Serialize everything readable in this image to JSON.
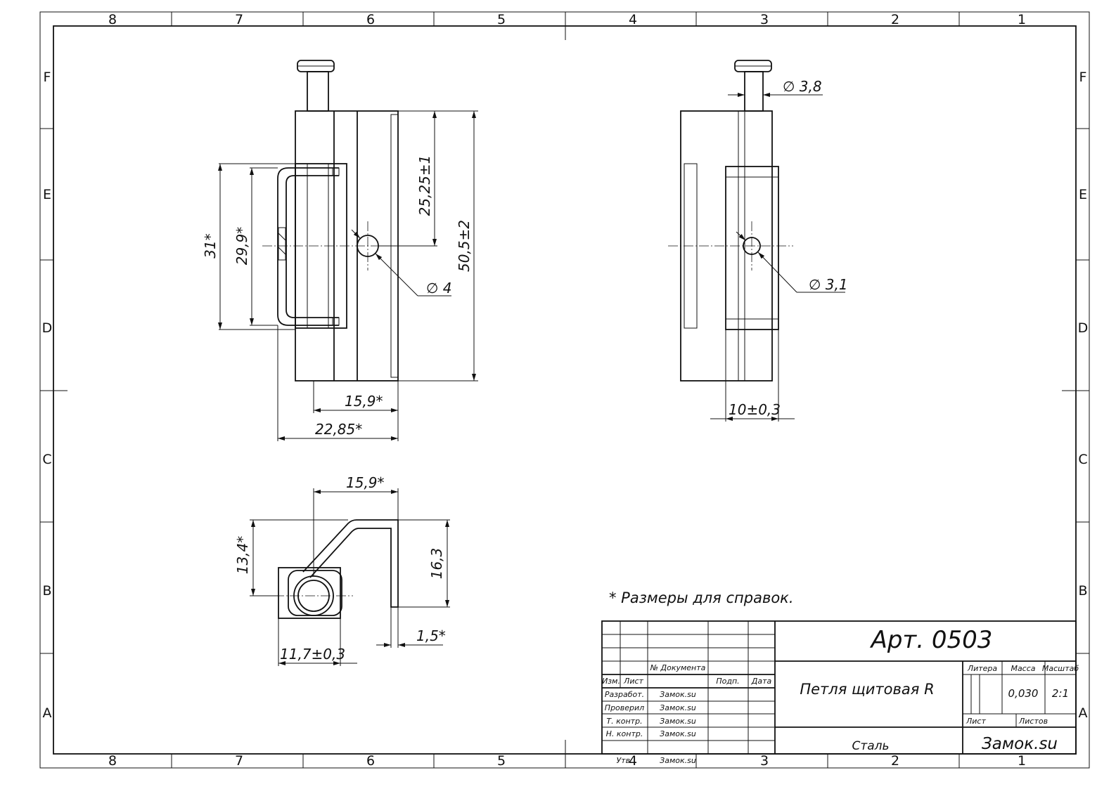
{
  "frame": {
    "columns": [
      "8",
      "7",
      "6",
      "5",
      "4",
      "3",
      "2",
      "1"
    ],
    "rows": [
      "F",
      "E",
      "D",
      "C",
      "B",
      "A"
    ]
  },
  "dimensions": {
    "front_31": "31*",
    "front_29_9": "29,9*",
    "front_25_25": "25,25±1",
    "front_50_5": "50,5±2",
    "front_d4": "∅ 4",
    "front_15_9": "15,9*",
    "front_22_85": "22,85*",
    "side_d3_8": "∅ 3,8",
    "side_d3_1": "∅ 3,1",
    "side_10": "10±0,3",
    "top_15_9": "15,9*",
    "top_13_4": "13,4*",
    "top_16_3": "16,3",
    "top_1_5": "1,5*",
    "top_11_7": "11,7±0,3"
  },
  "note": "* Размеры для справок.",
  "title_block": {
    "article": "Арт. 0503",
    "part_name": "Петля щитовая R",
    "material": "Сталь",
    "company": "Замок.su",
    "hdr_doc": "№ Документа",
    "hdr_izm": "Изм.",
    "hdr_list": "Лист",
    "hdr_podp": "Подп.",
    "hdr_data": "Дата",
    "row_razrab": "Разработ.",
    "row_proveril": "Проверил",
    "row_tkontr": "Т. контр.",
    "row_nkontr": "Н. контр.",
    "row_utv": "Утв.",
    "signer1": "Замок.su",
    "signer2": "Замок.su",
    "signer3": "Замок.su",
    "signer4": "Замок.su",
    "signer5": "Замок.su",
    "litera": "Литера",
    "massa": "Масса",
    "masshtab": "Масштаб",
    "mass_value": "0,030",
    "scale_value": "2:1",
    "sheet": "Лист",
    "sheets": "Листов"
  }
}
